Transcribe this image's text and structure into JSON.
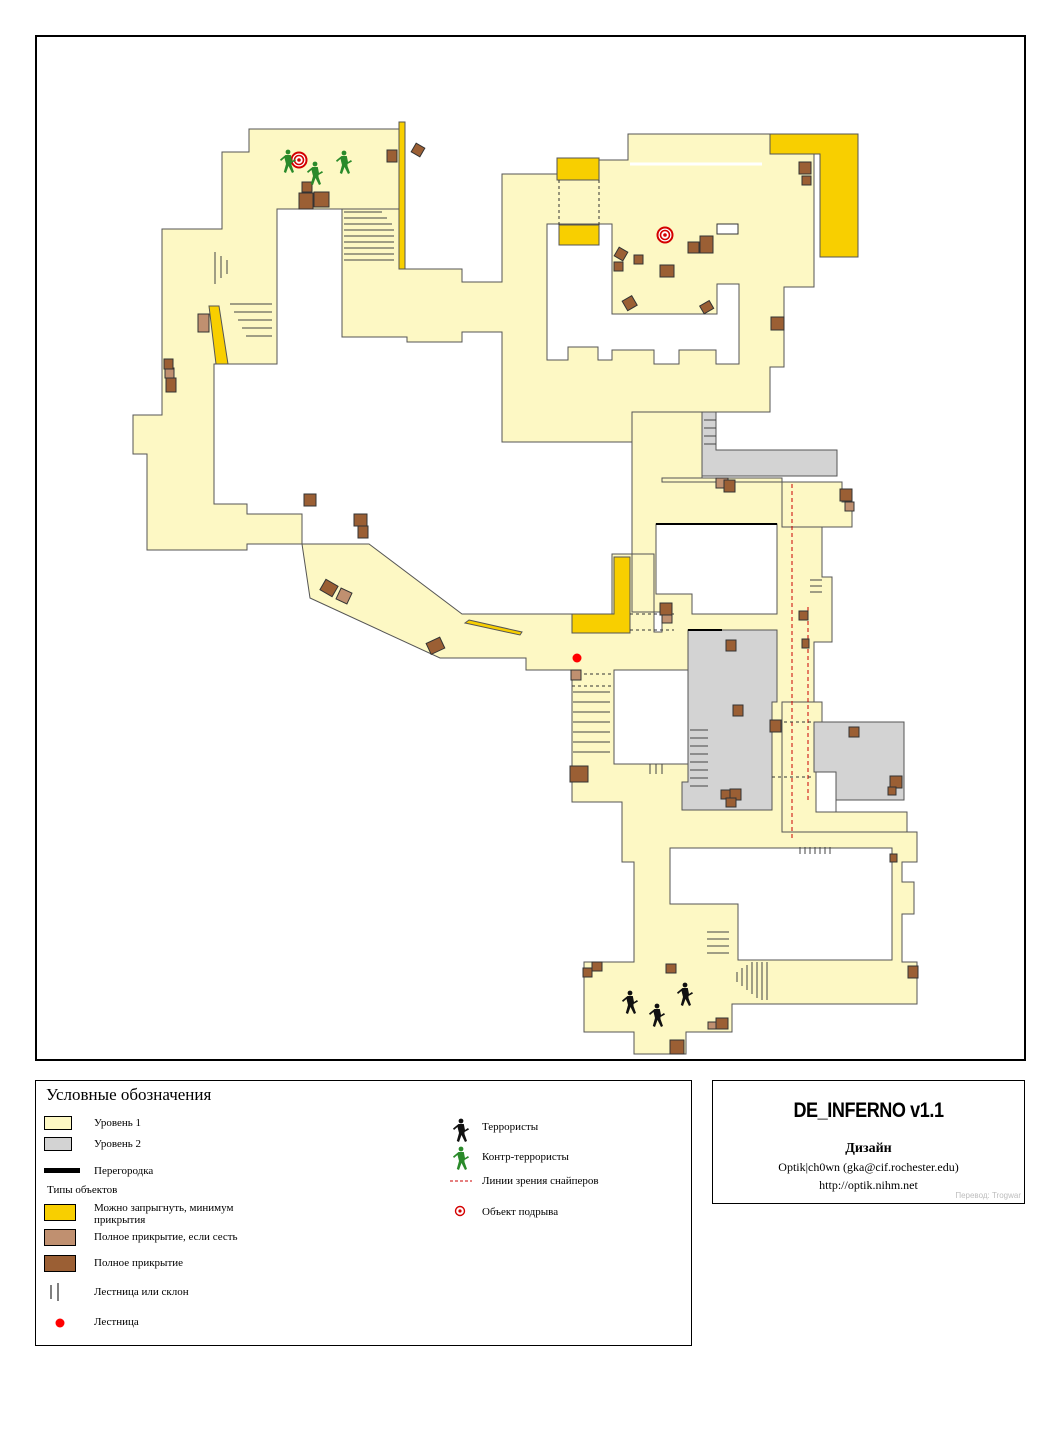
{
  "colors": {
    "level1": "#fdf8c4",
    "level2": "#d3d3d3",
    "jump_cover": "#f8cf00",
    "crouch_cover": "#c09070",
    "full_cover": "#9b5f34",
    "outline": "#555555",
    "sniper_line": "#cc0000",
    "ladder": "#ff0000",
    "ct": "#2a8a2a",
    "t": "#111111"
  },
  "legend": {
    "title": "Условные обозначения",
    "level1": "Уровень 1",
    "level2": "Уровень 2",
    "wall": "Перегородка",
    "object_types": "Типы объектов",
    "jump_cover_line1": "Можно запрыгнуть, минимум",
    "jump_cover_line2": "прикрытия",
    "crouch_cover": "Полное прикрытие, если сесть",
    "full_cover": "Полное прикрытие",
    "stairs": "Лестница или склон",
    "ladder": "Лестница",
    "terrorists": "Террористы",
    "counter_terrorists": "Контр-террористы",
    "sniper_lines": "Линии зрения снайперов",
    "bomb_site": "Объект подрыва"
  },
  "credits": {
    "map_title": "DE_INFERNO v1.1",
    "design_label": "Дизайн",
    "author": "Optik|ch0wn (gka@cif.rochester.edu)",
    "url": "http://optik.nihm.net",
    "translation": "Перевод: Trogwar"
  },
  "icons": {
    "terrorist": "terrorist-icon",
    "counter_terrorist": "counter-terrorist-icon",
    "bomb_site": "bomb-target-icon",
    "ladder": "ladder-dot-icon",
    "stairs": "stairs-icon"
  }
}
